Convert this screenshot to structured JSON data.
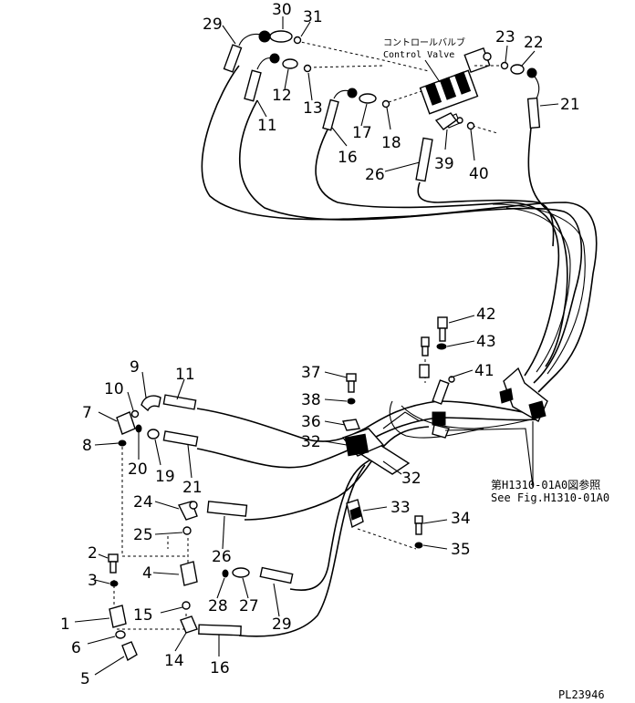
{
  "diagram": {
    "valve_label_jp": "コントロールバルブ",
    "valve_label_en": "Control Valve",
    "see_ref_jp": "第H1310-01A0図参照",
    "see_ref_en": "See Fig.H1310-01A0",
    "figure_id": "PL23946",
    "part_numbers": {
      "p1": "1",
      "p2": "2",
      "p3": "3",
      "p4": "4",
      "p5": "5",
      "p6": "6",
      "p7": "7",
      "p8": "8",
      "p9": "9",
      "p10": "10",
      "p11_top": "11",
      "p11_low": "11",
      "p12": "12",
      "p13": "13",
      "p14": "14",
      "p15": "15",
      "p16_top": "16",
      "p16_low": "16",
      "p17": "17",
      "p18": "18",
      "p19": "19",
      "p20": "20",
      "p21_top": "21",
      "p21_low": "21",
      "p22": "22",
      "p23": "23",
      "p24": "24",
      "p25": "25",
      "p26_top": "26",
      "p26_low": "26",
      "p27": "27",
      "p28": "28",
      "p29_top": "29",
      "p29_low": "29",
      "p30": "30",
      "p31": "31",
      "p32_a": "32",
      "p32_b": "32",
      "p33": "33",
      "p34": "34",
      "p35": "35",
      "p36": "36",
      "p37": "37",
      "p38": "38",
      "p39": "39",
      "p40": "40",
      "p41": "41",
      "p42": "42",
      "p43": "43"
    }
  }
}
